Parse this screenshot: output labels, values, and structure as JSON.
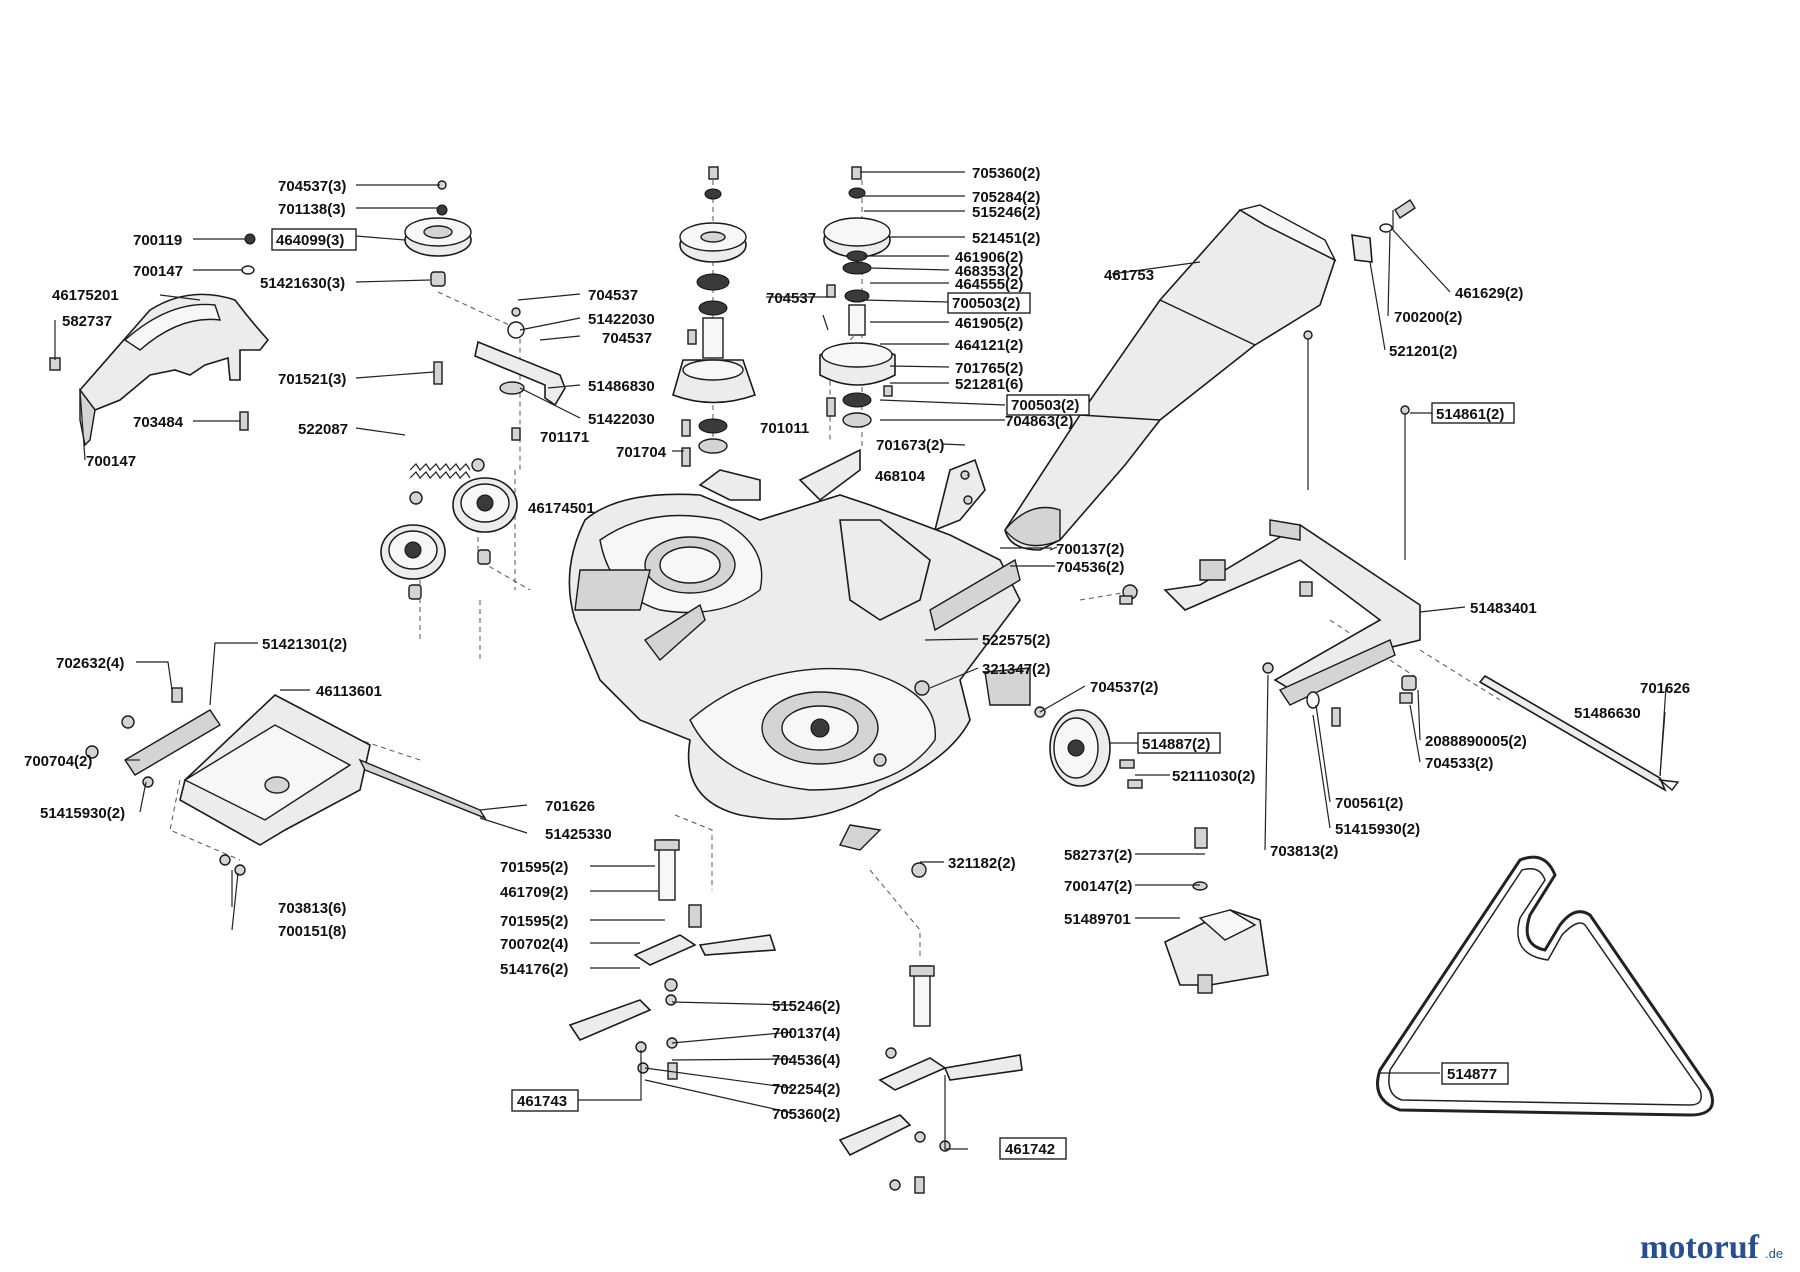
{
  "brand": {
    "logo_main": "motoruf",
    "logo_suffix": ".de",
    "colors": {
      "primary": "#2a4f8f",
      "accent": "#d98a1a"
    }
  },
  "labels": [
    {
      "id": "l1",
      "text": "704537(3)",
      "boxed": false
    },
    {
      "id": "l2",
      "text": "701138(3)",
      "boxed": false
    },
    {
      "id": "l3",
      "text": "700119",
      "boxed": false
    },
    {
      "id": "l4",
      "text": "464099(3)",
      "boxed": true
    },
    {
      "id": "l5",
      "text": "700147",
      "boxed": false
    },
    {
      "id": "l6",
      "text": "51421630(3)",
      "boxed": false
    },
    {
      "id": "l7",
      "text": "46175201",
      "boxed": false
    },
    {
      "id": "l8",
      "text": "582737",
      "boxed": false
    },
    {
      "id": "l9",
      "text": "704537",
      "boxed": false
    },
    {
      "id": "l10",
      "text": "51422030",
      "boxed": false
    },
    {
      "id": "l11",
      "text": "704537",
      "boxed": false
    },
    {
      "id": "l12",
      "text": "51486830",
      "boxed": false
    },
    {
      "id": "l13",
      "text": "701521(3)",
      "boxed": false
    },
    {
      "id": "l14",
      "text": "51422030",
      "boxed": false
    },
    {
      "id": "l15",
      "text": "703484",
      "boxed": false
    },
    {
      "id": "l16",
      "text": "522087",
      "boxed": false
    },
    {
      "id": "l17",
      "text": "701171",
      "boxed": false
    },
    {
      "id": "l18",
      "text": "700147",
      "boxed": false
    },
    {
      "id": "l19",
      "text": "701704",
      "boxed": false
    },
    {
      "id": "l20",
      "text": "704537",
      "boxed": false
    },
    {
      "id": "l21",
      "text": "701011",
      "boxed": false
    },
    {
      "id": "l22",
      "text": "705360(2)",
      "boxed": false
    },
    {
      "id": "l23",
      "text": "705284(2)",
      "boxed": false
    },
    {
      "id": "l24",
      "text": "515246(2)",
      "boxed": false
    },
    {
      "id": "l25",
      "text": "521451(2)",
      "boxed": false
    },
    {
      "id": "l26",
      "text": "461906(2)",
      "boxed": false
    },
    {
      "id": "l27",
      "text": "468353(2)",
      "boxed": false
    },
    {
      "id": "l28",
      "text": "464555(2)",
      "boxed": false
    },
    {
      "id": "l29",
      "text": "700503(2)",
      "boxed": true
    },
    {
      "id": "l30",
      "text": "461905(2)",
      "boxed": false
    },
    {
      "id": "l31",
      "text": "464121(2)",
      "boxed": false
    },
    {
      "id": "l32",
      "text": "701765(2)",
      "boxed": false
    },
    {
      "id": "l33",
      "text": "521281(6)",
      "boxed": false
    },
    {
      "id": "l34",
      "text": "700503(2)",
      "boxed": true
    },
    {
      "id": "l35",
      "text": "704863(2)",
      "boxed": false
    },
    {
      "id": "l36",
      "text": "701673(2)",
      "boxed": false
    },
    {
      "id": "l37",
      "text": "468104",
      "boxed": false
    },
    {
      "id": "l38",
      "text": "461753",
      "boxed": false
    },
    {
      "id": "l39",
      "text": "461629(2)",
      "boxed": false
    },
    {
      "id": "l40",
      "text": "700200(2)",
      "boxed": false
    },
    {
      "id": "l41",
      "text": "521201(2)",
      "boxed": false
    },
    {
      "id": "l42",
      "text": "514861(2)",
      "boxed": true
    },
    {
      "id": "l43",
      "text": "46174501",
      "boxed": false
    },
    {
      "id": "l44",
      "text": "700137(2)",
      "boxed": false
    },
    {
      "id": "l45",
      "text": "704536(2)",
      "boxed": false
    },
    {
      "id": "l46",
      "text": "51483401",
      "boxed": false
    },
    {
      "id": "l47",
      "text": "522575(2)",
      "boxed": false
    },
    {
      "id": "l48",
      "text": "321347(2)",
      "boxed": false
    },
    {
      "id": "l49",
      "text": "704537(2)",
      "boxed": false
    },
    {
      "id": "l50",
      "text": "514887(2)",
      "boxed": true
    },
    {
      "id": "l51",
      "text": "52111030(2)",
      "boxed": false
    },
    {
      "id": "l52",
      "text": "701626",
      "boxed": false
    },
    {
      "id": "l53",
      "text": "51486630",
      "boxed": false
    },
    {
      "id": "l54",
      "text": "2088890005(2)",
      "boxed": false
    },
    {
      "id": "l55",
      "text": "704533(2)",
      "boxed": false
    },
    {
      "id": "l56",
      "text": "700561(2)",
      "boxed": false
    },
    {
      "id": "l57",
      "text": "51415930(2)",
      "boxed": false
    },
    {
      "id": "l58",
      "text": "703813(2)",
      "boxed": false
    },
    {
      "id": "l59",
      "text": "51421301(2)",
      "boxed": false
    },
    {
      "id": "l60",
      "text": "702632(4)",
      "boxed": false
    },
    {
      "id": "l61",
      "text": "46113601",
      "boxed": false
    },
    {
      "id": "l62",
      "text": "700704(2)",
      "boxed": false
    },
    {
      "id": "l63",
      "text": "51415930(2)",
      "boxed": false
    },
    {
      "id": "l64",
      "text": "701626",
      "boxed": false
    },
    {
      "id": "l65",
      "text": "51425330",
      "boxed": false
    },
    {
      "id": "l66",
      "text": "703813(6)",
      "boxed": false
    },
    {
      "id": "l67",
      "text": "700151(8)",
      "boxed": false
    },
    {
      "id": "l68",
      "text": "701595(2)",
      "boxed": false
    },
    {
      "id": "l69",
      "text": "461709(2)",
      "boxed": false
    },
    {
      "id": "l70",
      "text": "701595(2)",
      "boxed": false
    },
    {
      "id": "l71",
      "text": "700702(4)",
      "boxed": false
    },
    {
      "id": "l72",
      "text": "514176(2)",
      "boxed": false
    },
    {
      "id": "l73",
      "text": "321182(2)",
      "boxed": false
    },
    {
      "id": "l74",
      "text": "582737(2)",
      "boxed": false
    },
    {
      "id": "l75",
      "text": "700147(2)",
      "boxed": false
    },
    {
      "id": "l76",
      "text": "51489701",
      "boxed": false
    },
    {
      "id": "l77",
      "text": "515246(2)",
      "boxed": false
    },
    {
      "id": "l78",
      "text": "700137(4)",
      "boxed": false
    },
    {
      "id": "l79",
      "text": "704536(4)",
      "boxed": false
    },
    {
      "id": "l80",
      "text": "702254(2)",
      "boxed": false
    },
    {
      "id": "l81",
      "text": "705360(2)",
      "boxed": false
    },
    {
      "id": "l82",
      "text": "461743",
      "boxed": true
    },
    {
      "id": "l83",
      "text": "461742",
      "boxed": true
    },
    {
      "id": "l84",
      "text": "514877",
      "boxed": true
    }
  ]
}
